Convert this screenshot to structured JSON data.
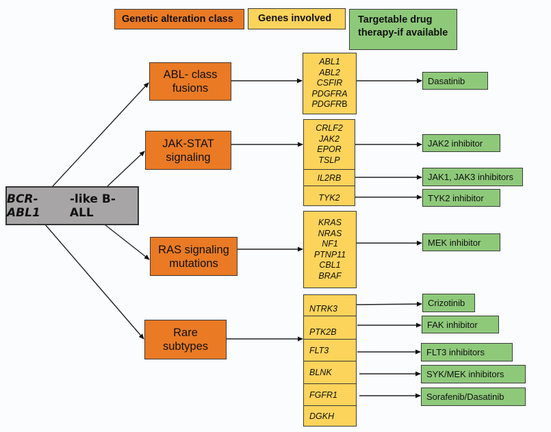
{
  "legend": {
    "class_label": "Genetic alteration class",
    "genes_label": "Genes involved",
    "drug_label": "Targetable drug therapy-if available",
    "colors": {
      "class": "#ea7a24",
      "genes": "#fcd35b",
      "drug": "#8ec97a",
      "root": "#a7a5a6"
    }
  },
  "root": {
    "italic_part": "BCR-ABL1",
    "rest": "-like B-ALL"
  },
  "classes": [
    {
      "label": "ABL- class\nfusions",
      "gene_groups": [
        {
          "genes": [
            "ABL1",
            "ABL2",
            "CSFIR",
            "PDGFRA",
            "PDGFRB"
          ],
          "drug": "Dasatinib"
        }
      ]
    },
    {
      "label": "JAK-STAT\nsignaling",
      "gene_groups": [
        {
          "genes": [
            "CRLF2",
            "JAK2",
            "EPOR",
            "TSLP"
          ],
          "drug": "JAK2 inhibitor"
        },
        {
          "genes": [
            "IL2RB"
          ],
          "drug": "JAK1, JAK3 inhibitors"
        },
        {
          "genes": [
            "TYK2"
          ],
          "drug": "TYK2 inhibitor"
        }
      ]
    },
    {
      "label": "RAS signaling\nmutations",
      "gene_groups": [
        {
          "genes": [
            "KRAS",
            "NRAS",
            "NF1",
            "PTNP11",
            "CBL1",
            "BRAF"
          ],
          "drug": "MEK inhibitor"
        }
      ]
    },
    {
      "label": "Rare\nsubtypes",
      "gene_groups": [
        {
          "genes": [
            "NTRK3"
          ],
          "drug": "Crizotinib"
        },
        {
          "genes": [
            "PTK2B"
          ],
          "drug": "FAK inhibitor"
        },
        {
          "genes": [
            "FLT3"
          ],
          "drug": "FLT3 inhibitors"
        },
        {
          "genes": [
            "BLNK"
          ],
          "drug": "SYK/MEK inhibitors"
        },
        {
          "genes": [
            "FGFR1"
          ],
          "drug": "Sorafenib/Dasatinib"
        },
        {
          "genes": [
            "DGKH"
          ],
          "drug": null
        }
      ]
    }
  ]
}
